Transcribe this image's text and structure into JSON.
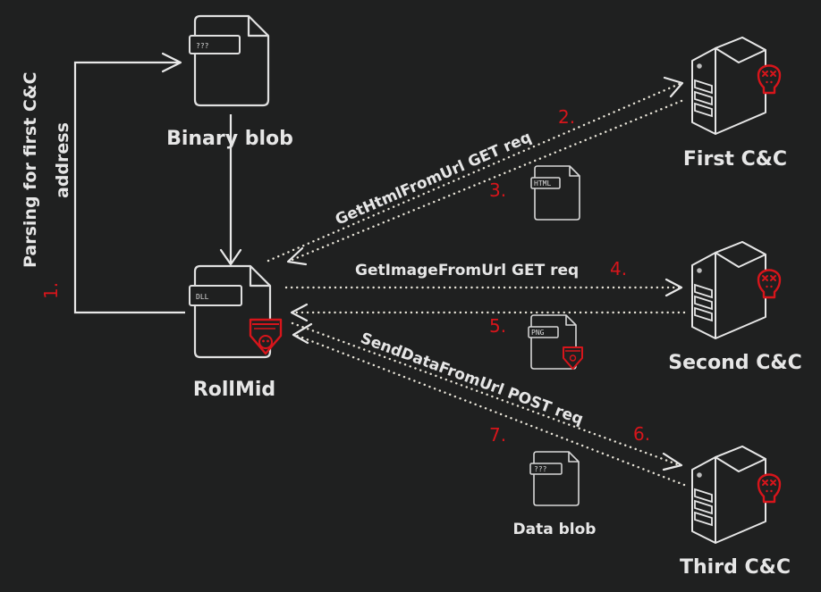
{
  "diagram": {
    "nodes": {
      "binary_blob": {
        "label": "Binary blob",
        "tag": "???"
      },
      "rollmid": {
        "label": "RollMid",
        "tag": "DLL"
      },
      "first_cc": {
        "label": "First C&C"
      },
      "second_cc": {
        "label": "Second C&C"
      },
      "third_cc": {
        "label": "Third C&C"
      },
      "html_file": {
        "tag": "HTML"
      },
      "png_file": {
        "tag": "PNG"
      },
      "data_blob": {
        "label": "Data blob",
        "tag": "???"
      }
    },
    "edges": {
      "parsing": {
        "label_line1": "Parsing for first C&C",
        "label_line2": "address",
        "step": "1."
      },
      "get_html": {
        "label": "GetHtmlFromUrl GET req",
        "step": "2."
      },
      "html_response": {
        "step": "3."
      },
      "get_image": {
        "label": "GetImageFromUrl GET req",
        "step": "4."
      },
      "image_response": {
        "step": "5."
      },
      "send_data": {
        "label": "SendDataFromUrl POST req",
        "step": "6."
      },
      "data_response": {
        "step": "7."
      }
    },
    "colors": {
      "background": "#1f2020",
      "foreground": "#e6e6e6",
      "accent_red": "#d7151b"
    }
  }
}
